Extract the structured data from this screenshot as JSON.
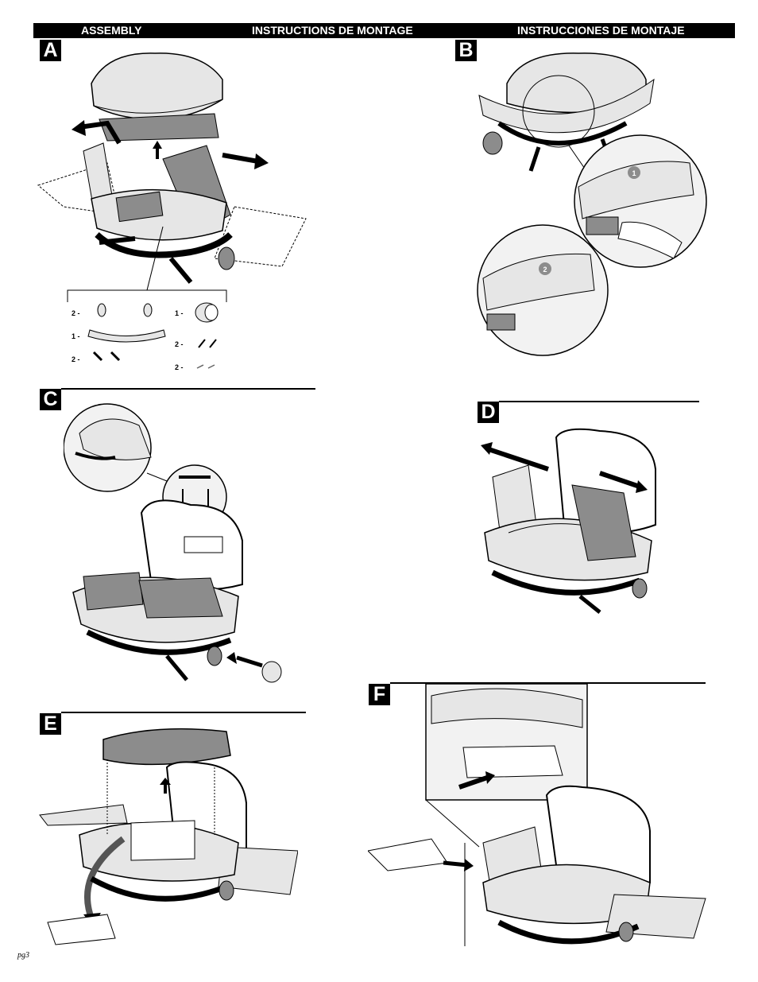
{
  "header": {
    "en": "ASSEMBLY",
    "fr": "INSTRUCTIONS DE MONTAGE",
    "es": "INSTRUCCIONES DE MONTAJE"
  },
  "steps": {
    "a": "A",
    "b": "B",
    "c": "C",
    "d": "D",
    "e": "E",
    "f": "F"
  },
  "parts": [
    {
      "qty": "2 -",
      "icon": "foot-cap"
    },
    {
      "qty": "1 -",
      "icon": "lid-handle"
    },
    {
      "qty": "2 -",
      "icon": "handle-screw"
    },
    {
      "qty": "1 -",
      "icon": "battery"
    },
    {
      "qty": "2 -",
      "icon": "pin"
    },
    {
      "qty": "2 -",
      "icon": "cotter-pin"
    }
  ],
  "callouts": {
    "one": "1",
    "two": "2"
  },
  "footer": {
    "page": "pg3"
  },
  "colors": {
    "ink": "#000000",
    "gray": "#8c8c8c",
    "light": "#e6e6e6"
  }
}
